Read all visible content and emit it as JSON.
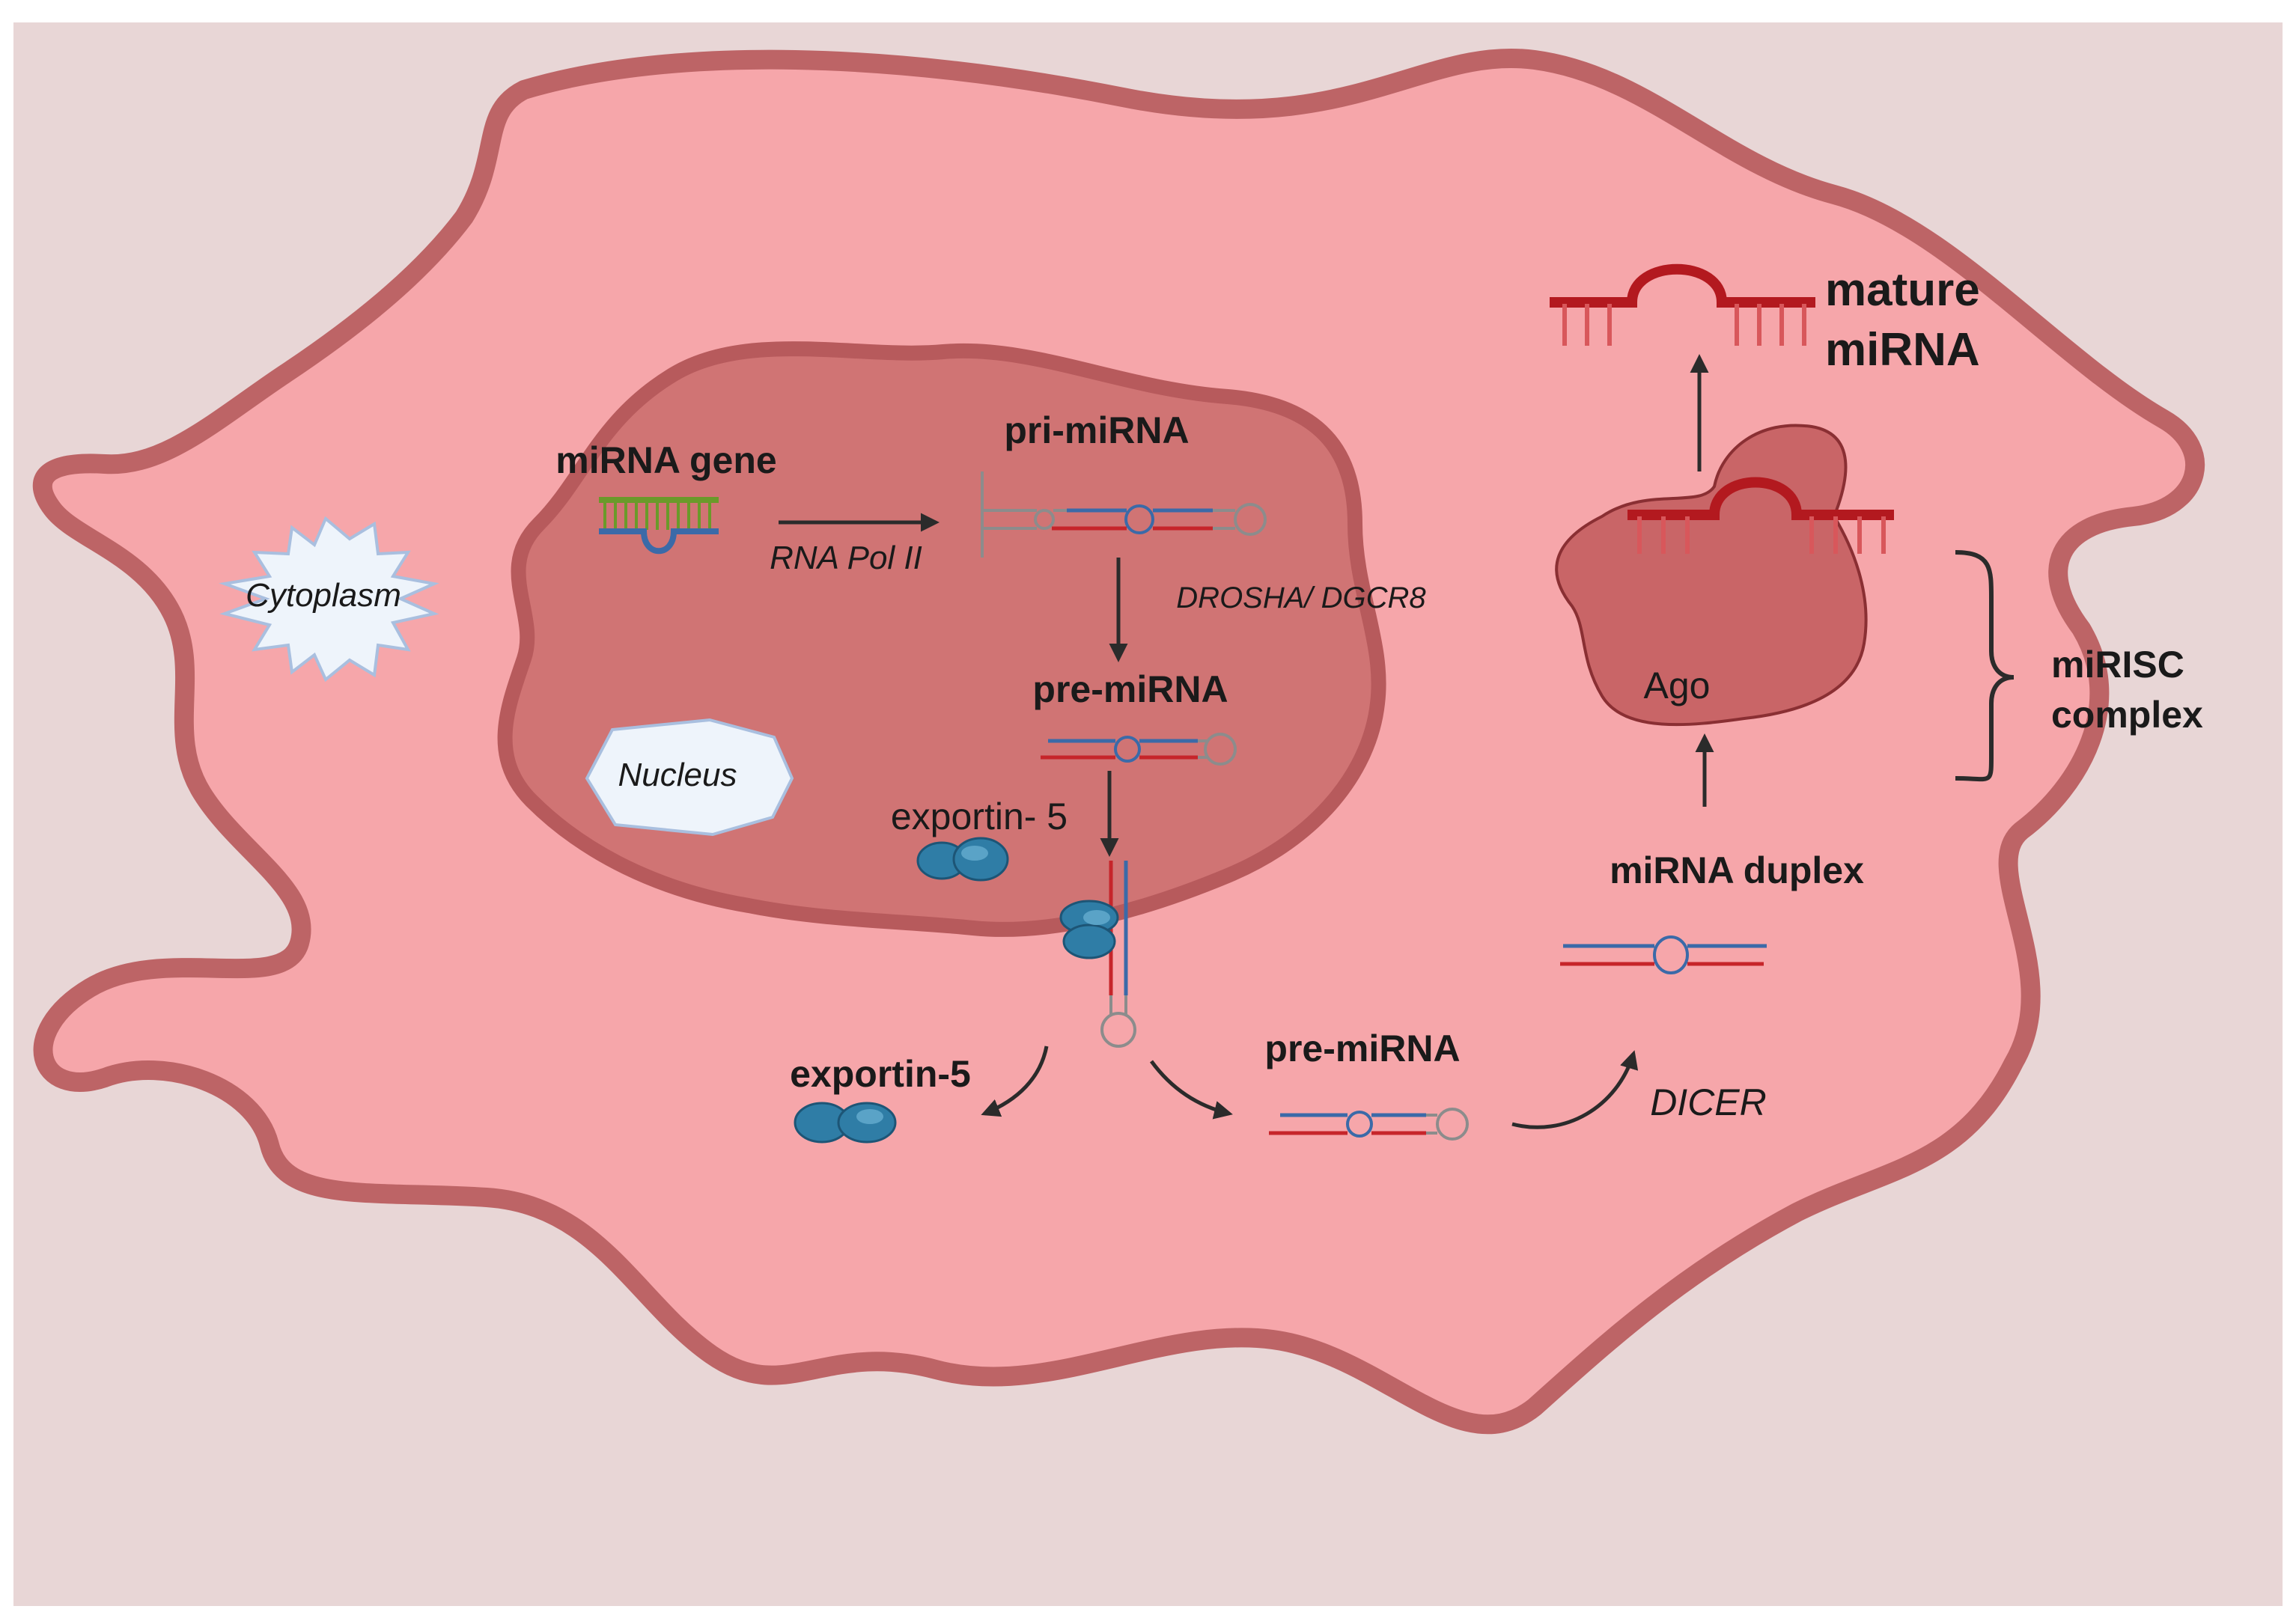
{
  "colors": {
    "background_panel": "#e8d6d6",
    "cell_fill": "#f6a6aa",
    "cell_border": "#bd6466",
    "nucleus_fill": "#d07474",
    "nucleus_border": "#b75a5c",
    "rna_blue": "#3b6aa8",
    "rna_red": "#c6252a",
    "rna_grey": "#8c8c8c",
    "dna_green": "#6a9a2a",
    "mature_mirna_red": "#b3191f",
    "ago_fill": "#c96567",
    "exportin_blue": "#2f7da6",
    "label_shape_fill": "#eef4fb",
    "label_shape_border": "#a9bfdf",
    "arrow": "#2b2b2b"
  },
  "compartments": {
    "cytoplasm": "Cytoplasm",
    "nucleus": "Nucleus"
  },
  "labels": {
    "mirna_gene": "miRNA gene",
    "rna_pol_ii": "RNA Pol II",
    "pri_mirna": "pri-miRNA",
    "drosha_dgcr8": "DROSHA/ DGCR8",
    "pre_mirna_nuclear": "pre-miRNA",
    "exportin_nuclear": "exportin- 5",
    "exportin_released": "exportin-5",
    "pre_mirna_cytoplasm": "pre-miRNA",
    "dicer": "DICER",
    "mirna_duplex": "miRNA duplex",
    "ago": "Ago",
    "mirisc_line1": "miRISC",
    "mirisc_line2": "complex",
    "mature_line1": "mature",
    "mature_line2": "miRNA"
  },
  "icons": [
    "cytoplasm-burst-icon",
    "nucleus-octagon-icon",
    "dna-gene-icon",
    "hairpin-rna-icon",
    "exportin-protein-icon",
    "ago-protein-icon",
    "bracket-icon",
    "arrow-icon"
  ]
}
